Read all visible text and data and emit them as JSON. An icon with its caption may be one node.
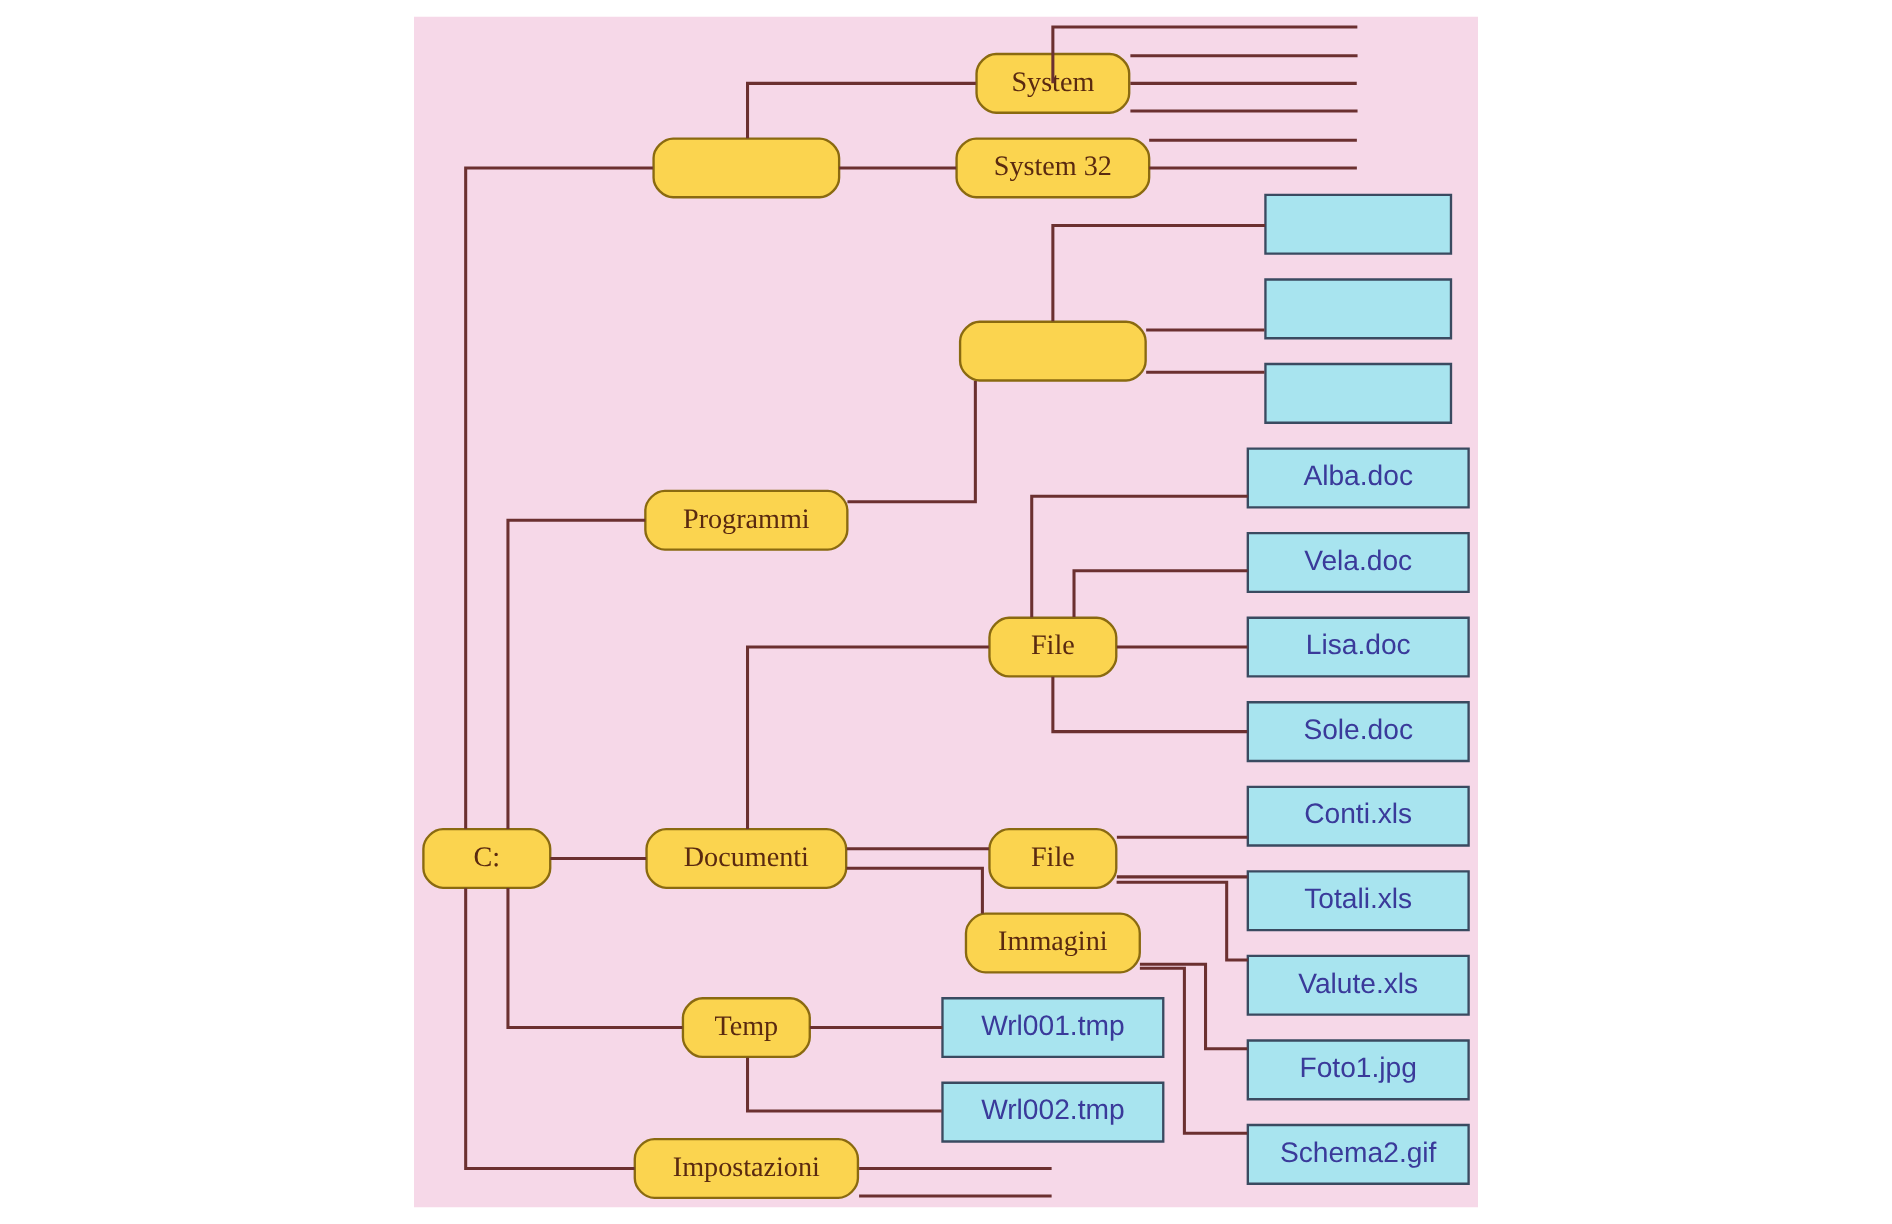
{
  "diagram": {
    "nodes": [
      {
        "text": [
          "C:"
        ]
      },
      {
        "text": [],
        "shape": "box"
      },
      {
        "text": [
          "Programmi"
        ]
      },
      {
        "text": [
          "Documenti"
        ]
      },
      {
        "text": [
          "Temp"
        ]
      },
      {
        "text": [
          "Impostazioni"
        ]
      },
      {
        "text": [
          "System"
        ]
      },
      {
        "text": [
          "System 32"
        ]
      },
      {
        "text": [],
        "shape": "box"
      },
      {
        "text": [],
        "shape": "box"
      },
      {
        "text": [],
        "shape": "box"
      },
      {
        "text": [],
        "shape": "box"
      },
      {
        "text": [
          "File"
        ]
      },
      {
        "text": [
          "File"
        ]
      },
      {
        "text": [
          "Immagini"
        ]
      },
      {
        "text": [
          "Alba.doc"
        ]
      },
      {
        "text": [
          "Vela.doc"
        ]
      },
      {
        "text": [
          "Lisa.doc"
        ]
      },
      {
        "text": [
          "Sole.doc"
        ]
      },
      {
        "text": [
          "Conti.xls"
        ]
      },
      {
        "text": [
          "Totali.xls"
        ]
      },
      {
        "text": [
          "Valute.xls"
        ]
      },
      {
        "text": [
          "Foto1.jpg"
        ]
      },
      {
        "text": [
          "Schema2.gif"
        ]
      },
      {
        "text": [
          "Wrl001.tmp"
        ]
      },
      {
        "text": [
          "Wrl002.tmp"
        ]
      }
    ],
    "edges": [
      {
        "from": 0,
        "to": 1,
        "arrow": "none"
      },
      {
        "from": 0,
        "to": 2,
        "arrow": "none"
      },
      {
        "from": 0,
        "to": 3,
        "arrow": "none"
      },
      {
        "from": 0,
        "to": 4,
        "arrow": "none"
      },
      {
        "from": 0,
        "to": 5,
        "arrow": "none"
      },
      {
        "from": 1,
        "to": 6,
        "arrow": "none"
      },
      {
        "from": 1,
        "to": 7,
        "arrow": "none"
      },
      {
        "from": 2,
        "to": 8,
        "arrow": "none"
      },
      {
        "from": 8,
        "to": 9,
        "arrow": "none"
      },
      {
        "from": 8,
        "to": 10,
        "arrow": "none"
      },
      {
        "from": 8,
        "to": 11,
        "arrow": "none"
      },
      {
        "from": 3,
        "to": 12,
        "arrow": "none"
      },
      {
        "from": 3,
        "to": 13,
        "arrow": "none"
      },
      {
        "from": 3,
        "to": 14,
        "arrow": "none"
      },
      {
        "from": 12,
        "to": 15,
        "arrow": "none"
      },
      {
        "from": 12,
        "to": 16,
        "arrow": "none"
      },
      {
        "from": 12,
        "to": 17,
        "arrow": "none"
      },
      {
        "from": 12,
        "to": 18,
        "arrow": "none"
      },
      {
        "from": 13,
        "to": 19,
        "arrow": "none"
      },
      {
        "from": 13,
        "to": 20,
        "arrow": "none"
      },
      {
        "from": 13,
        "to": 21,
        "arrow": "none"
      },
      {
        "from": 14,
        "to": 22,
        "arrow": "none"
      },
      {
        "from": 14,
        "to": 23,
        "arrow": "none"
      },
      {
        "from": 4,
        "to": 24,
        "arrow": "none"
      },
      {
        "from": 4,
        "to": 25,
        "arrow": "none"
      },
      {
        "from": 6,
        "to": null,
        "arrow": "none"
      },
      {
        "from": 6,
        "to": null,
        "arrow": "none"
      },
      {
        "from": 6,
        "to": null,
        "arrow": "none"
      },
      {
        "from": 6,
        "to": null,
        "arrow": "none"
      },
      {
        "from": 7,
        "to": null,
        "arrow": "none"
      },
      {
        "from": 7,
        "to": null,
        "arrow": "none"
      },
      {
        "from": 5,
        "to": null,
        "arrow": "none"
      },
      {
        "from": 5,
        "to": null,
        "arrow": "none"
      }
    ]
  }
}
